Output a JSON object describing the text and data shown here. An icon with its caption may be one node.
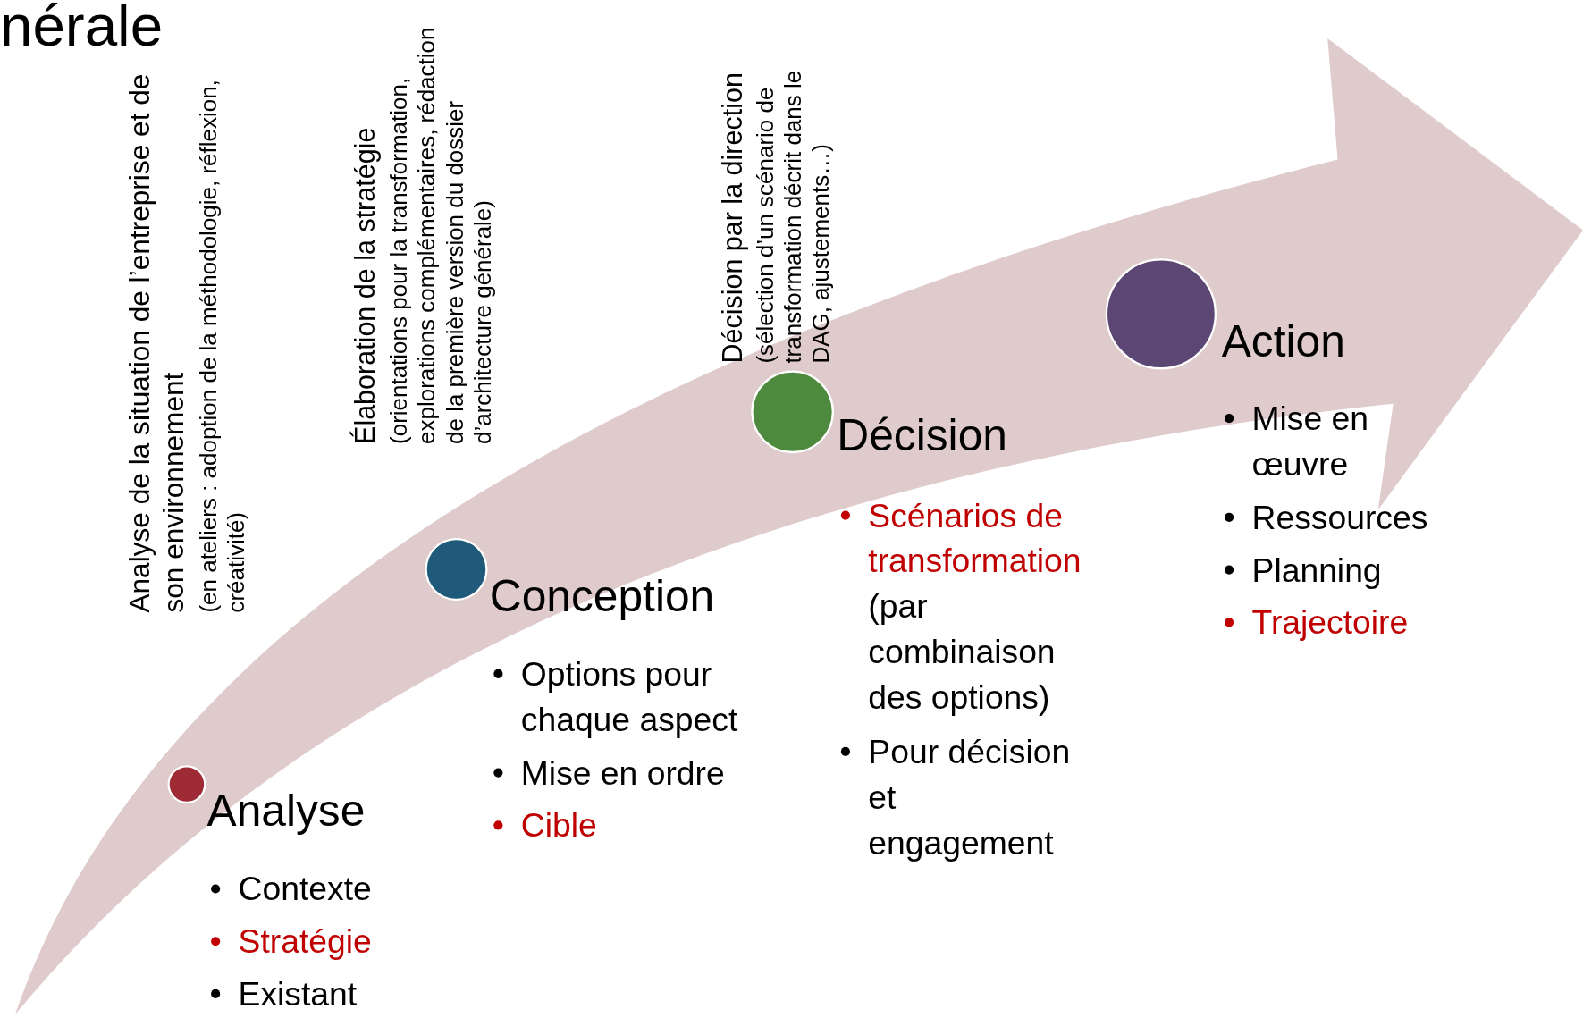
{
  "diagram": {
    "title": "nérale",
    "labels": [
      "Analyse de la situation de l’entreprise et de son environnement",
      "(en ateliers : adoption de la méthodologie, réflexion, créativité)",
      "Élaboration de la stratégie",
      "(orientations pour la transformation, explorations complémentaires, rédaction de la première version du dossier d’architecture générale)",
      "Décision par la direction",
      "(sélection d’un scénario de transformation décrit dans le DAG, ajustements…)",
      "Analyse",
      "Contexte",
      "Stratégie",
      "Existant",
      "Conception",
      "Options pour chaque aspect",
      "Mise en ordre",
      "Cible",
      "Décision",
      "Scénarios de transformation",
      "(par combinaison des options)",
      "Pour décision et engagement",
      "Action",
      "Mise en œuvre",
      "Ressources",
      "Planning",
      "Trajectoire"
    ]
  }
}
